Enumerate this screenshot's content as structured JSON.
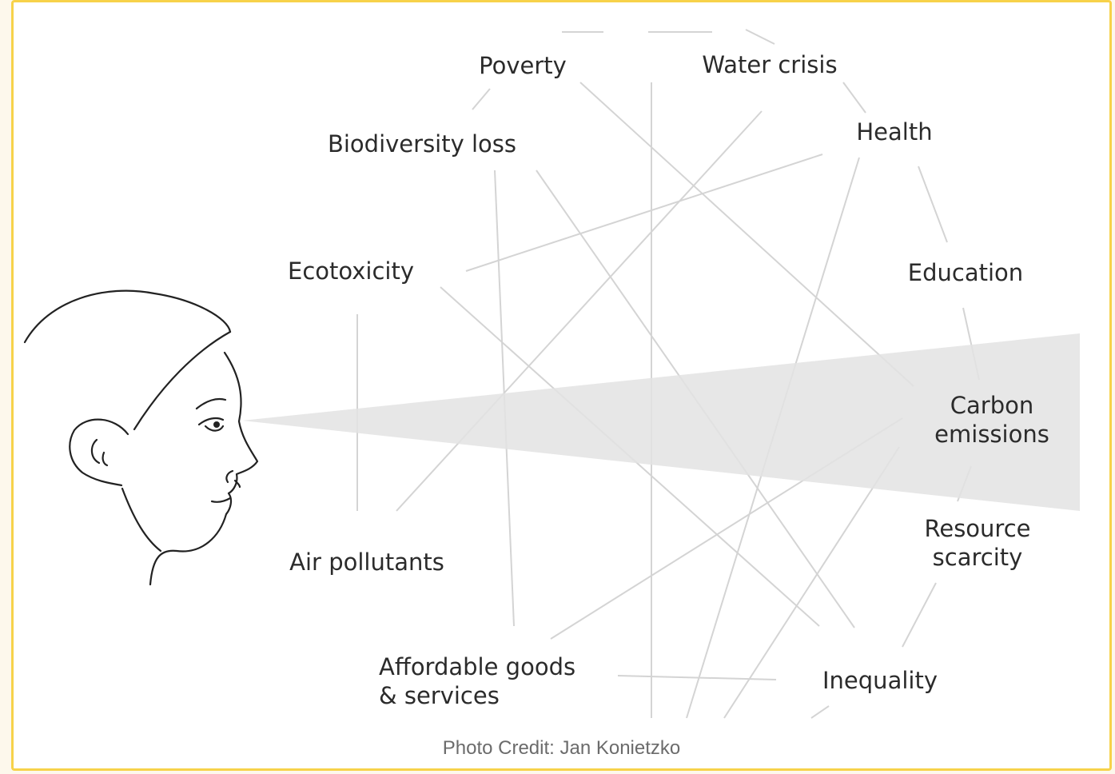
{
  "diagram": {
    "labels": {
      "poverty": "Poverty",
      "water_crisis": "Water crisis",
      "biodiversity_loss": "Biodiversity loss",
      "health": "Health",
      "ecotoxicity": "Ecotoxicity",
      "education": "Education",
      "carbon_emissions_line1": "Carbon",
      "carbon_emissions_line2": "emissions",
      "resource_scarcity_line1": "Resource",
      "resource_scarcity_line2": "scarcity",
      "air_pollutants": "Air pollutants",
      "affordable_goods_line1": "Affordable goods",
      "affordable_goods_line2": "& services",
      "inequality": "Inequality"
    },
    "colors": {
      "frame": "#f7d24a",
      "tunnel_cone": "#e3e3e3",
      "connections": "#d4d4d4",
      "head_outline": "#222222"
    },
    "icons": [
      "head-profile-icon"
    ]
  },
  "caption": "Photo Credit: Jan Konietzko"
}
